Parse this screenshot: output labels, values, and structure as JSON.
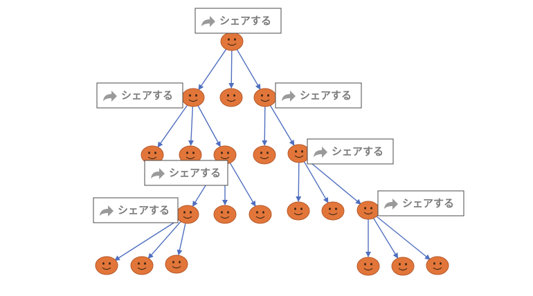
{
  "share_label": "シェアする",
  "colors": {
    "face_fill": "#e2763a",
    "face_stroke": "#b4582a",
    "arrow": "#4f6fbf",
    "share_text": "#7a7a7a",
    "share_icon": "#9a9a9a",
    "box_border": "#4a4a4a"
  },
  "icons": {
    "share": "share-arrow-icon",
    "person": "smiley-face-icon"
  },
  "tree": {
    "nodes": [
      {
        "id": "root",
        "shared": true
      },
      {
        "id": "a",
        "shared": true
      },
      {
        "id": "b",
        "shared": false
      },
      {
        "id": "c",
        "shared": true
      },
      {
        "id": "a1",
        "shared": false
      },
      {
        "id": "a2",
        "shared": false
      },
      {
        "id": "a3",
        "shared": true
      },
      {
        "id": "c1",
        "shared": false
      },
      {
        "id": "c2",
        "shared": true
      },
      {
        "id": "a3a",
        "shared": true
      },
      {
        "id": "a3b",
        "shared": false
      },
      {
        "id": "a3c",
        "shared": false
      },
      {
        "id": "c2a",
        "shared": false
      },
      {
        "id": "c2b",
        "shared": false
      },
      {
        "id": "c2c",
        "shared": true
      },
      {
        "id": "a3a1",
        "shared": false
      },
      {
        "id": "a3a2",
        "shared": false
      },
      {
        "id": "a3a3",
        "shared": false
      },
      {
        "id": "c2c1",
        "shared": false
      },
      {
        "id": "c2c2",
        "shared": false
      },
      {
        "id": "c2c3",
        "shared": false
      }
    ],
    "edges": [
      [
        "root",
        "a"
      ],
      [
        "root",
        "b"
      ],
      [
        "root",
        "c"
      ],
      [
        "a",
        "a1"
      ],
      [
        "a",
        "a2"
      ],
      [
        "a",
        "a3"
      ],
      [
        "c",
        "c1"
      ],
      [
        "c",
        "c2"
      ],
      [
        "a3",
        "a3a"
      ],
      [
        "a3",
        "a3b"
      ],
      [
        "a3",
        "a3c"
      ],
      [
        "c2",
        "c2a"
      ],
      [
        "c2",
        "c2b"
      ],
      [
        "c2",
        "c2c"
      ],
      [
        "a3a",
        "a3a1"
      ],
      [
        "a3a",
        "a3a2"
      ],
      [
        "a3a",
        "a3a3"
      ],
      [
        "c2c",
        "c2c1"
      ],
      [
        "c2c",
        "c2c2"
      ],
      [
        "c2c",
        "c2c3"
      ]
    ]
  }
}
